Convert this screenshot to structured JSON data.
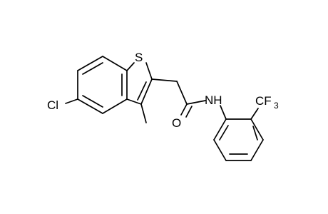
{
  "atoms": {
    "sulfur": "S",
    "chlorine": "Cl",
    "oxygen": "O",
    "amide_nh": "NH",
    "cf3_main": "CF",
    "cf3_sub": "3"
  },
  "colors": {
    "bond": "#000000",
    "label": "#000000",
    "background": "#ffffff"
  }
}
